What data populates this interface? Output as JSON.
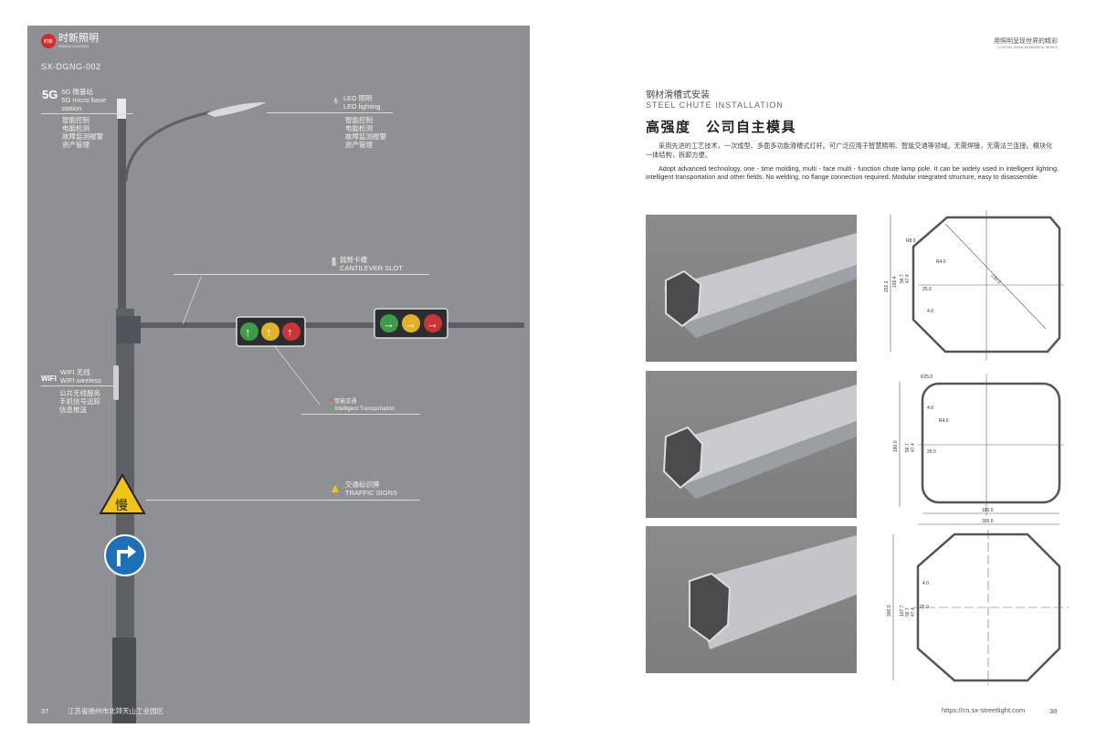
{
  "left": {
    "brand": {
      "cn": "时新照明",
      "en": "SHIXIN LIGHTING",
      "badge": "时新"
    },
    "model": "SX-DGNG-002",
    "callouts": {
      "station": {
        "icon": "5G",
        "cn": "5G 微基站",
        "en1": "5G micro base",
        "en2": "station",
        "items": [
          "智能控制",
          "电能检测",
          "故障监测报警",
          "资产管理"
        ]
      },
      "led": {
        "cn": "LED 照明",
        "en": "LED lighting",
        "items": [
          "智能控制",
          "电能检测",
          "故障监测报警",
          "资产管理"
        ]
      },
      "slot": {
        "cn": "挑臂卡槽",
        "en": "CANTILEVER SLOT"
      },
      "wifi": {
        "icon": "WIFI",
        "cn": "WIFI 无线",
        "en": "WIFI wireless",
        "items": [
          "公共无线服务",
          "手机信号追踪",
          "信息推送"
        ]
      },
      "transport": {
        "cn": "智能交通",
        "en": "Intelligent Transportation"
      },
      "signs": {
        "cn": "交通标识牌",
        "en": "TRAFFIC SIGNS",
        "sign_char": "慢"
      }
    },
    "footer": {
      "page": "37",
      "address": "江苏省扬州市北郊天山工业园区"
    }
  },
  "right": {
    "slogan": {
      "cn": "用照明呈现世界的精彩",
      "en": "LIGHTING SHOW WONDERFUL WORLD"
    },
    "section_cn": "钢材滑槽式安装",
    "section_en": "STEEL CHUTE INSTALLATION",
    "headline": "高强度　公司自主模具",
    "para_cn": "采用先进的工艺技术，一次成型、多面多功能滑槽式灯杆。可广泛应用于智慧照明、智能交通等领域。无需焊接，无需法兰连接。模块化一体结构，拆卸方便。",
    "para_en": "Adopt advanced technology, one - time molding, multi - face multi - function chute lamp pole. It can be widely used in intelligent lighting, intelligent transportation and other fields. No welding, no flange connection required. Modular integrated structure, easy to disassemble.",
    "drawings": [
      {
        "dims": [
          "202.2",
          "106.4",
          "56.7",
          "47.4",
          "25.0",
          "R8.0",
          "R4.0",
          "4.0",
          "230.0"
        ]
      },
      {
        "dims": [
          "180.0",
          "56.7",
          "47.4",
          "25.0",
          "R25.0",
          "R4.0",
          "4.0",
          "180.0",
          "300.0"
        ]
      },
      {
        "dims": [
          "300.0",
          "107.7",
          "56.7",
          "47.4",
          "25.0",
          "4.0"
        ]
      }
    ],
    "footer": {
      "url": "https://cn.sx-streetlight.com",
      "page": "38"
    }
  }
}
